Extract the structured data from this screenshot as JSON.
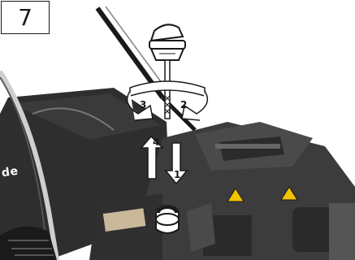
{
  "figure": {
    "step_number": "7",
    "brand_fragment": "de",
    "callouts": [
      "1",
      "2",
      "3",
      "4"
    ]
  },
  "icons": {
    "dipstick": "oil-dipstick-cap-icon",
    "rotate": "rotation-arrows-icon",
    "down": "arrow-down-icon",
    "up": "arrow-up-icon",
    "warning": "warning-triangle-icon"
  },
  "colors": {
    "body": "#3c3c3c",
    "dark": "#1e1e1e",
    "light": "#ffffff",
    "warning": "#f2c400"
  }
}
